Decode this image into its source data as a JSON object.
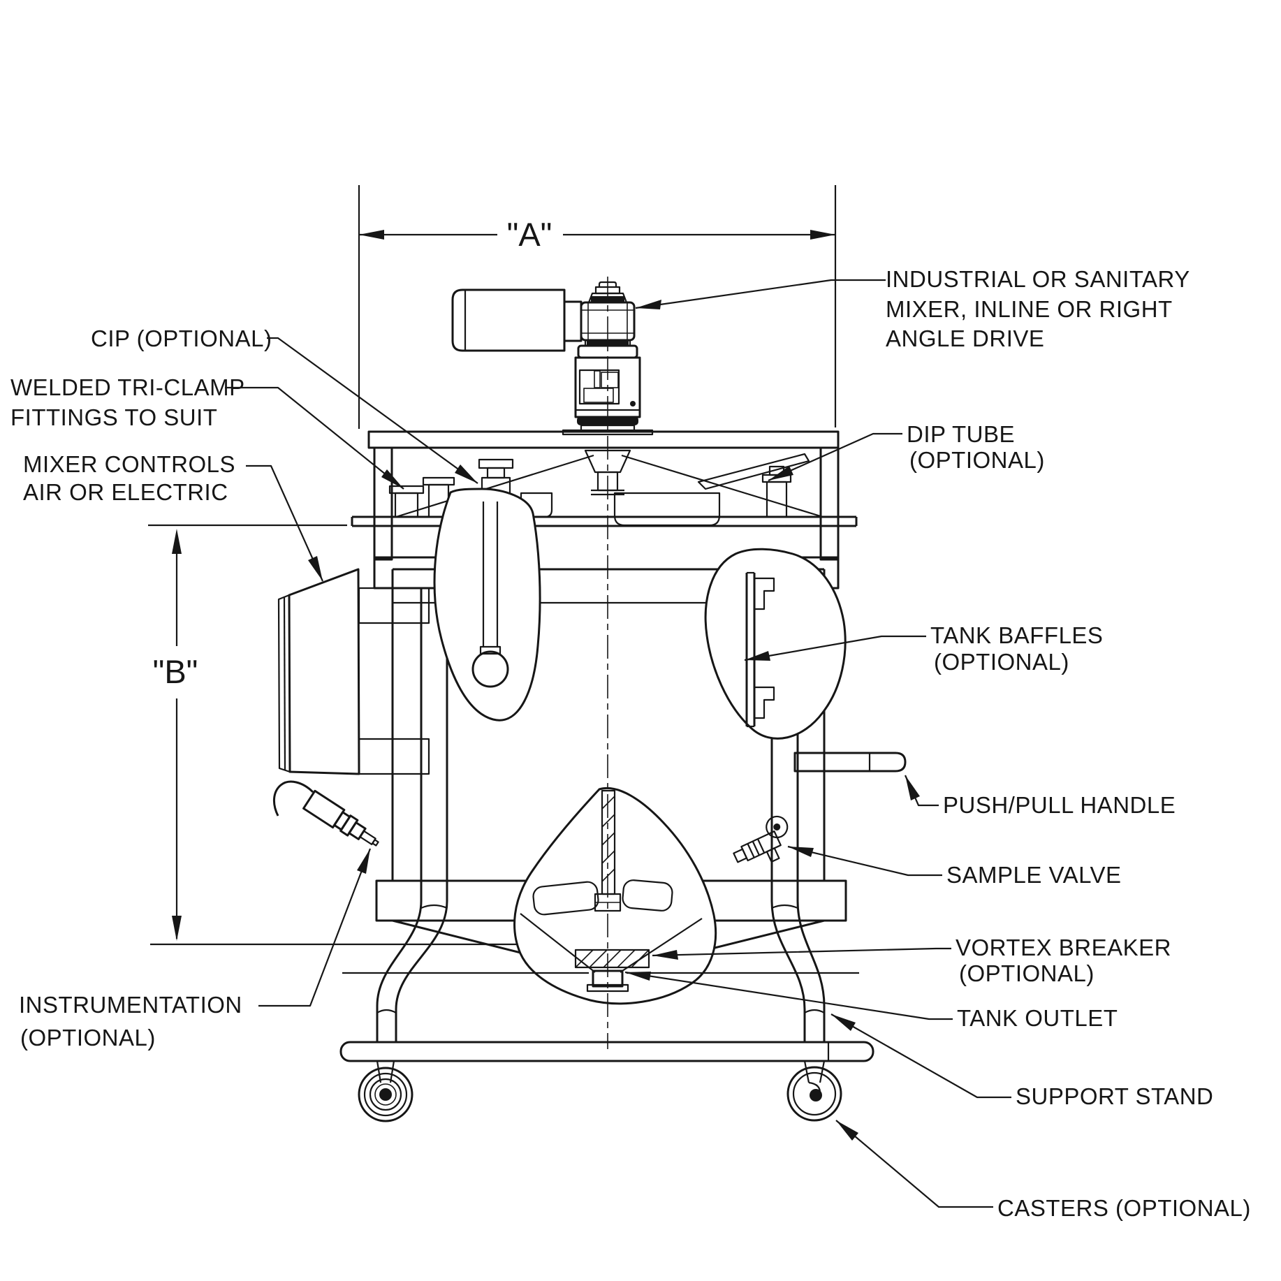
{
  "diagram_type": "mixing-tank-technical-drawing",
  "colors": {
    "line": "#161616",
    "background": "#ffffff"
  },
  "dimensions": {
    "width": "\"A\"",
    "height": "\"B\""
  },
  "labels": {
    "industrial_mixer": [
      "INDUSTRIAL OR SANITARY",
      "MIXER, INLINE OR RIGHT",
      "ANGLE DRIVE"
    ],
    "cip": [
      "CIP (OPTIONAL)"
    ],
    "welded_tri_clamp": [
      "WELDED TRI-CLAMP",
      "FITTINGS TO SUIT"
    ],
    "mixer_controls": [
      "MIXER CONTROLS",
      "AIR OR ELECTRIC"
    ],
    "dip_tube": [
      "DIP TUBE",
      "(OPTIONAL)"
    ],
    "tank_baffles": [
      "TANK BAFFLES",
      "(OPTIONAL)"
    ],
    "push_pull_handle": [
      "PUSH/PULL HANDLE"
    ],
    "sample_valve": [
      "SAMPLE VALVE"
    ],
    "vortex_breaker": [
      "VORTEX BREAKER",
      "(OPTIONAL)"
    ],
    "tank_outlet": [
      "TANK OUTLET"
    ],
    "instrumentation": [
      "INSTRUMENTATION",
      "(OPTIONAL)"
    ],
    "support_stand": [
      "SUPPORT STAND"
    ],
    "casters": [
      "CASTERS (OPTIONAL)"
    ]
  }
}
